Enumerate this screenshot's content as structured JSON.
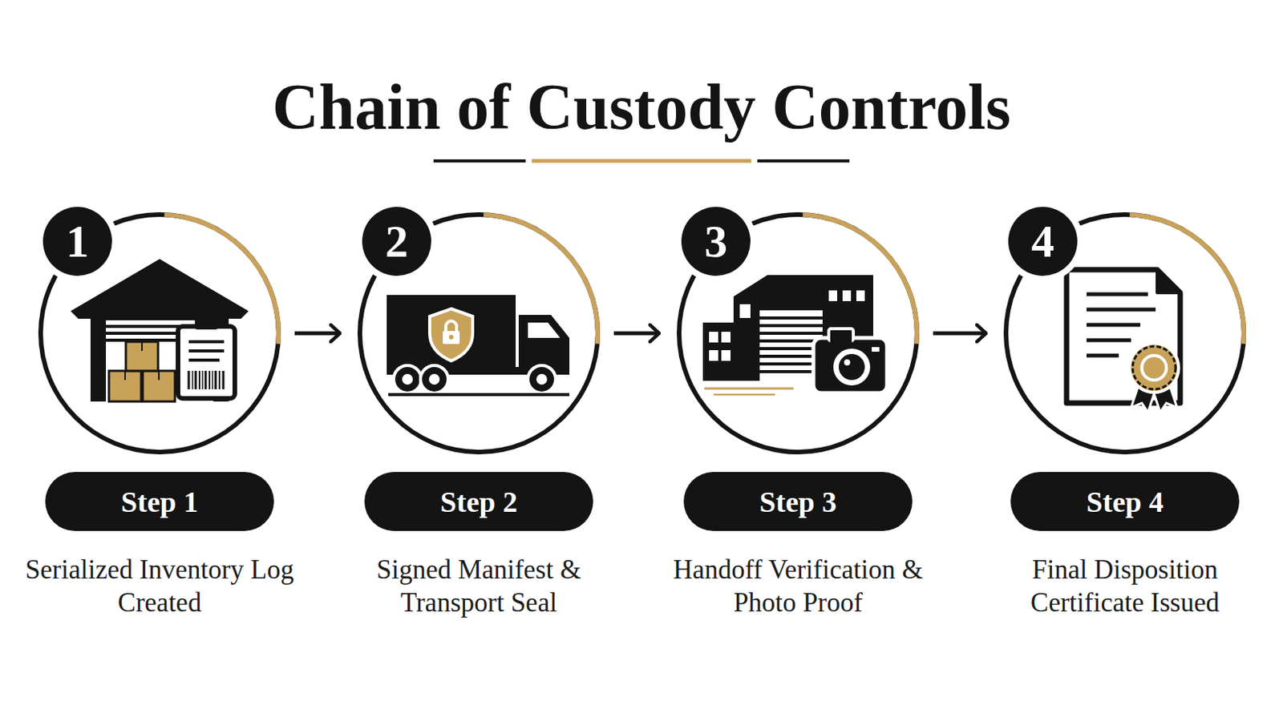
{
  "diagram": {
    "title": "Chain of Custody Controls",
    "nodes": [
      {
        "text": [
          "1"
        ]
      },
      {
        "text": [
          "Step 1",
          "Serialized Inventory Log Created"
        ]
      },
      {
        "text": [
          "2"
        ]
      },
      {
        "text": [
          "Step 2",
          "Signed Manifest & Transport Seal"
        ]
      },
      {
        "text": [
          "3"
        ]
      },
      {
        "text": [
          "Step 3",
          "Handoff Verification & Photo Proof"
        ]
      },
      {
        "text": [
          "4"
        ]
      },
      {
        "text": [
          "Step 4",
          "Final Disposition Certificate Issued"
        ]
      }
    ],
    "edges": [
      {
        "from": 0,
        "to": 2,
        "arrow": "to"
      },
      {
        "from": 2,
        "to": 4,
        "arrow": "to"
      },
      {
        "from": 4,
        "to": 6,
        "arrow": "to"
      }
    ]
  }
}
